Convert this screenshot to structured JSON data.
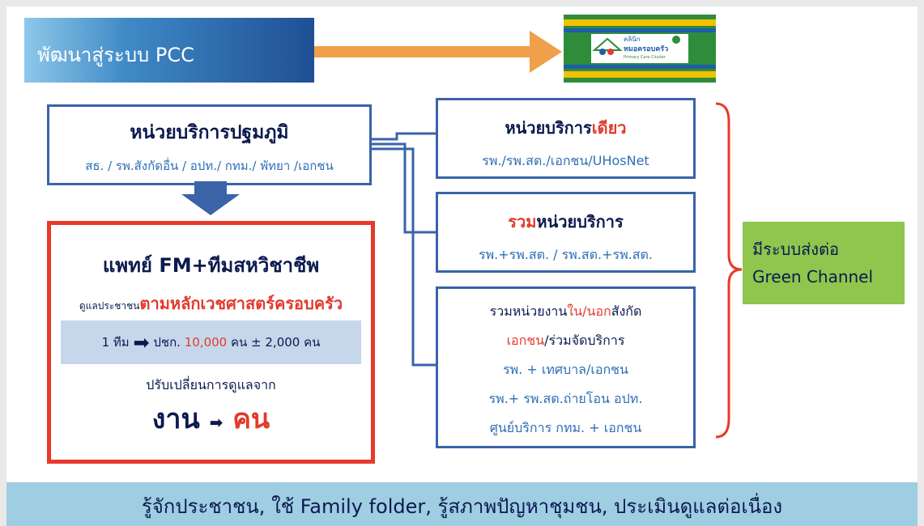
{
  "title": "พัฒนาสู่ระบบ PCC",
  "logo": {
    "line1": "คลินิก",
    "line2": "หมอครอบครัว",
    "line3": "Primary Care Cluster",
    "colors": [
      "#2f8c3a",
      "#f2c200",
      "#1f5ea8"
    ]
  },
  "primary_unit": {
    "heading": "หน่วยบริการปฐมภูมิ",
    "subtitle": "สธ. / รพ.สังกัดอื่น / อปท./ กทม./ พัทยา /เอกชน"
  },
  "fm_box": {
    "heading": "แพทย์ FM+ทีมสหวิชาชีพ",
    "care_prefix": "ดูแลประชาชน",
    "care_principle": "ตามหลักเวชศาสตร์ครอบครัว",
    "ratio_team": "1 ทีม",
    "ratio_prefix": "ปชก.",
    "ratio_count": "10,000",
    "ratio_suffix": "คน ± 2,000 คน",
    "shift_caption": "ปรับเปลี่ยนการดูแลจาก",
    "shift_from": "งาน",
    "shift_to": "คน"
  },
  "single_unit": {
    "heading_prefix": "หน่วยบริการ",
    "heading_highlight": "เดียว",
    "subtitle": "รพ./รพ.สต./เอกชน/UHosNet"
  },
  "combined_unit": {
    "heading_highlight": "รวม",
    "heading_suffix": "หน่วยบริการ",
    "subtitle": "รพ.+รพ.สต. / รพ.สต.+รพ.สต."
  },
  "network_unit": {
    "line1_prefix": "รวมหน่วยงาน",
    "line1_in": "ใน",
    "line1_sep": "/",
    "line1_out": "นอก",
    "line1_suffix": "สังกัด",
    "line2_highlight": "เอกชน",
    "line2_suffix": "/ร่วมจัดบริการ",
    "items": [
      "รพ. + เทศบาล/เอกชน",
      "รพ.+ รพ.สต.ถ่ายโอน อปท.",
      "ศูนย์บริการ กทม. + เอกชน"
    ]
  },
  "referral": {
    "line1": "มีระบบส่งต่อ",
    "line2": "Green Channel"
  },
  "footer": "รู้จักประชาชน, ใช้ Family folder, รู้สภาพปัญหาชุมชน, ประเมินดูแลต่อเนื่อง",
  "colors": {
    "navy": "#0b1a4e",
    "blue": "#2e6fb6",
    "red": "#e23a2b",
    "box_border": "#3a63a8",
    "green": "#8fc64d",
    "footer_bg": "#9fcde2",
    "arrow_orange": "#f0a04b"
  }
}
